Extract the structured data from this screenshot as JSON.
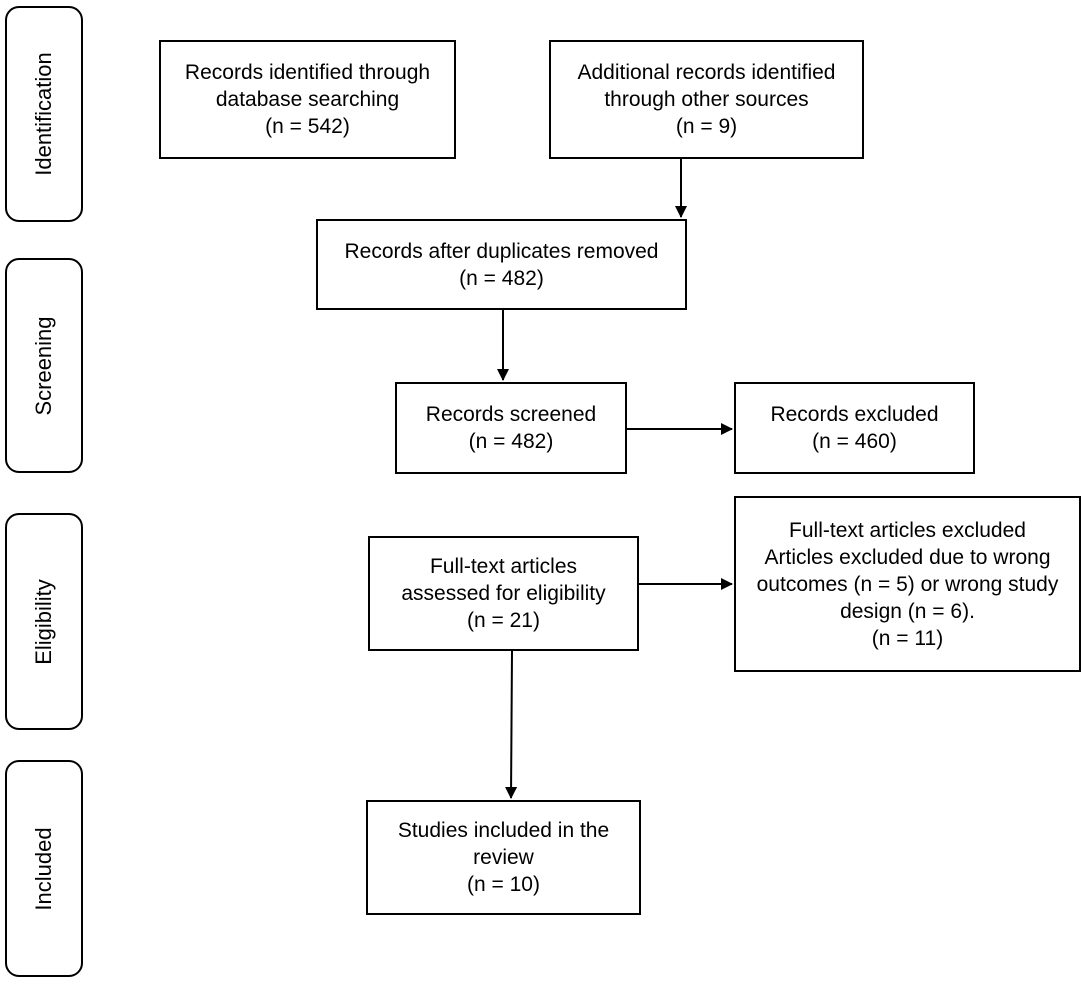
{
  "phases": {
    "identification": "Identification",
    "screening": "Screening",
    "eligibility": "Eligibility",
    "included": "Included"
  },
  "boxes": {
    "database": {
      "lines": [
        "Records identified through",
        "database searching",
        "(n = 542)"
      ]
    },
    "other_sources": {
      "lines": [
        "Additional records identified",
        "through other sources",
        "(n = 9)"
      ]
    },
    "duplicates_removed": {
      "lines": [
        "Records after duplicates removed",
        "(n = 482)"
      ]
    },
    "screened": {
      "lines": [
        "Records screened",
        "(n = 482)"
      ]
    },
    "excluded": {
      "lines": [
        "Records excluded",
        "(n = 460)"
      ]
    },
    "fulltext": {
      "lines": [
        "Full-text articles",
        "assessed for eligibility",
        "(n = 21)"
      ]
    },
    "fulltext_excluded": {
      "lines": [
        "Full-text articles excluded",
        "Articles excluded due to wrong",
        "outcomes (n = 5) or wrong study",
        "design (n = 6).",
        "(n = 11)"
      ]
    },
    "included_studies": {
      "lines": [
        "Studies included in the",
        "review",
        "(n = 10)"
      ]
    }
  }
}
